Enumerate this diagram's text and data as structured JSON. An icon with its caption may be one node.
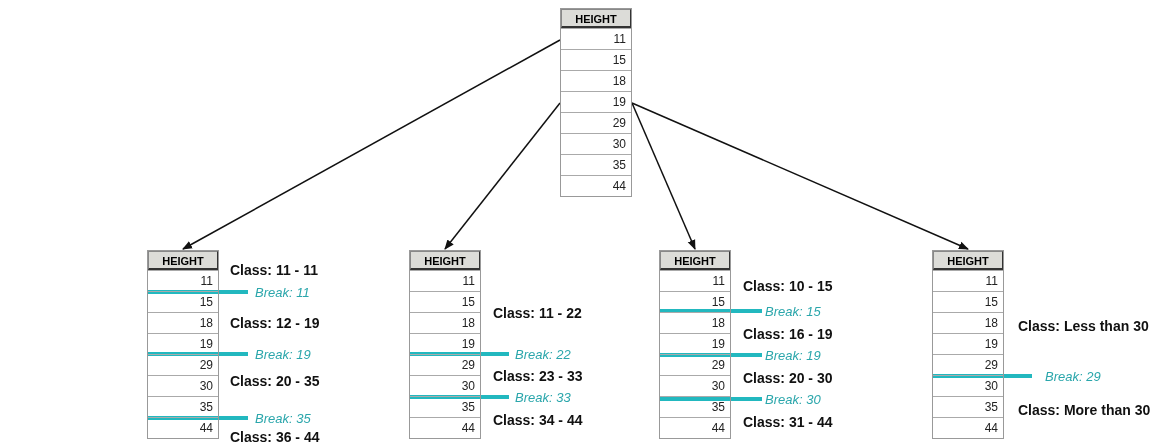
{
  "diagram": {
    "nodes": [
      {
        "text": [
          "HEIGHT",
          "11",
          "15",
          "18",
          "19",
          "29",
          "30",
          "35",
          "44"
        ]
      },
      {
        "text": [
          "HEIGHT",
          "11",
          "15",
          "18",
          "19",
          "29",
          "30",
          "35",
          "44"
        ],
        "beside": [
          "Class: 11 - 11",
          "Break: 11",
          "Class: 12 - 19",
          "Break: 19",
          "Class: 20 - 35",
          "Break: 35",
          "Class: 36 - 44"
        ]
      },
      {
        "text": [
          "HEIGHT",
          "11",
          "15",
          "18",
          "19",
          "29",
          "30",
          "35",
          "44"
        ],
        "beside": [
          "Class: 11 - 22",
          "Break: 22",
          "Class: 23 - 33",
          "Break: 33",
          "Class: 34 - 44"
        ]
      },
      {
        "text": [
          "HEIGHT",
          "11",
          "15",
          "18",
          "19",
          "29",
          "30",
          "35",
          "44"
        ],
        "beside": [
          "Class: 10 - 15",
          "Break: 15",
          "Class: 16 - 19",
          "Break: 19",
          "Class: 20 - 30",
          "Break: 30",
          "Class: 31 - 44"
        ]
      },
      {
        "text": [
          "HEIGHT",
          "11",
          "15",
          "18",
          "19",
          "29",
          "30",
          "35",
          "44"
        ],
        "beside": [
          "Class: Less than 30",
          "Break: 29",
          "Class: More than 30"
        ]
      }
    ],
    "edges": [
      {
        "from": 0,
        "to": 1,
        "arrow": "to"
      },
      {
        "from": 0,
        "to": 2,
        "arrow": "to"
      },
      {
        "from": 0,
        "to": 3,
        "arrow": "to"
      },
      {
        "from": 0,
        "to": 4,
        "arrow": "to"
      }
    ]
  }
}
